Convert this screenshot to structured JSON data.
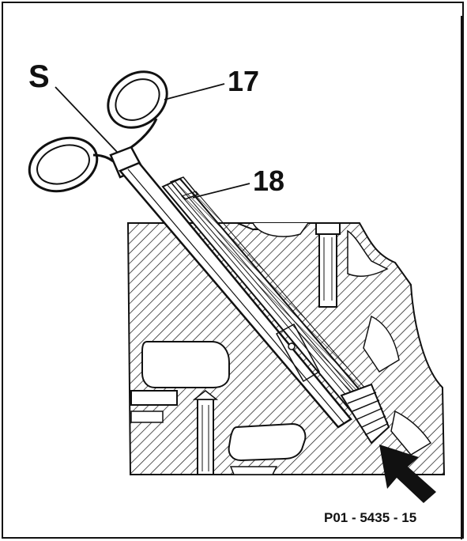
{
  "labels": {
    "s": "S",
    "n17": "17",
    "n18": "18"
  },
  "figure_code": "P01 - 5435 - 15",
  "colors": {
    "ink": "#111111",
    "paper": "#ffffff"
  }
}
